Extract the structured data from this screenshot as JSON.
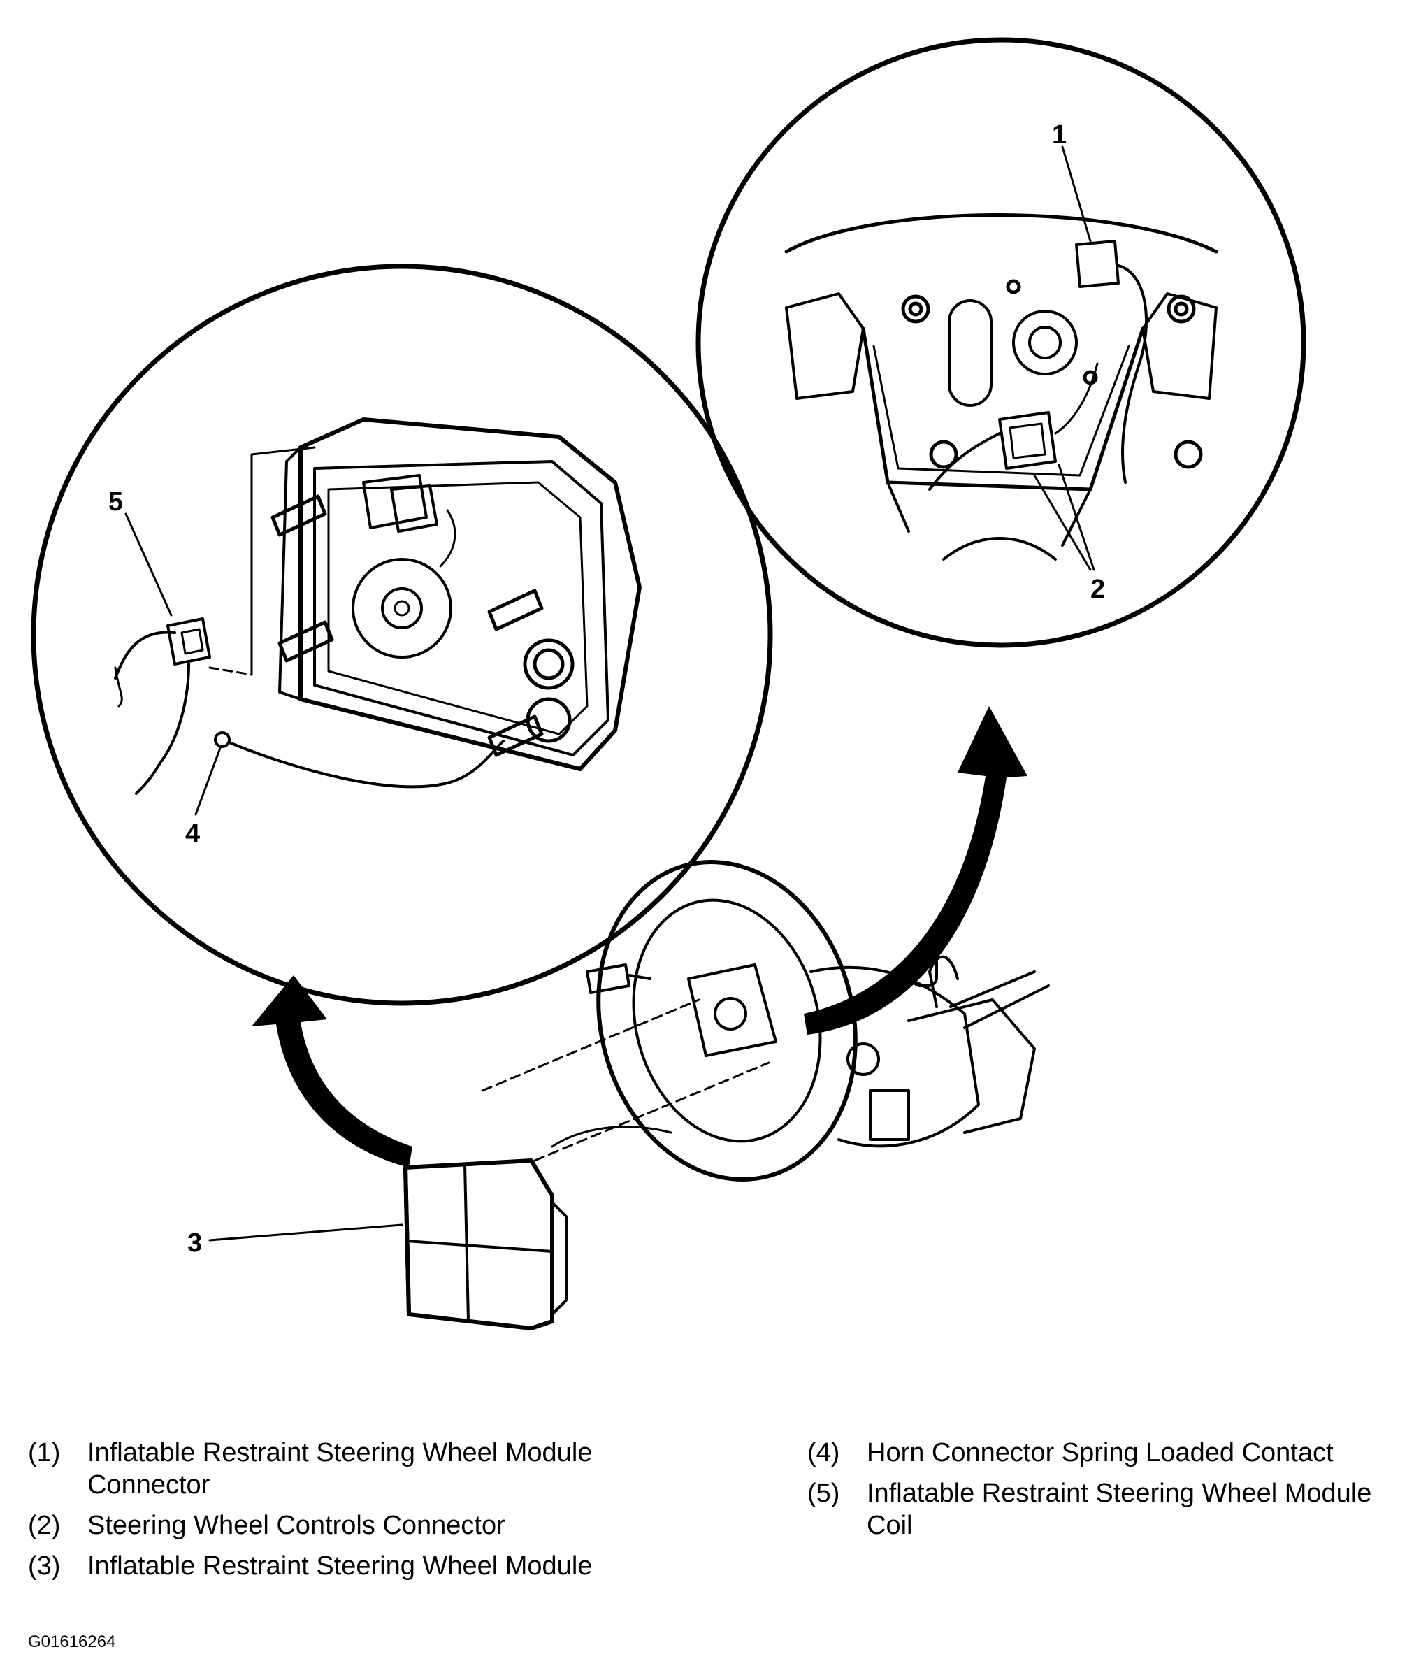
{
  "callouts": {
    "c1": "1",
    "c2": "2",
    "c3": "3",
    "c4": "4",
    "c5": "5"
  },
  "legend": [
    {
      "num": "(1)",
      "text": "Inflatable Restraint Steering Wheel Module Connector"
    },
    {
      "num": "(2)",
      "text": "Steering Wheel Controls Connector"
    },
    {
      "num": "(3)",
      "text": "Inflatable Restraint Steering Wheel Module"
    },
    {
      "num": "(4)",
      "text": "Horn Connector Spring Loaded Contact"
    },
    {
      "num": "(5)",
      "text": "Inflatable Restraint Steering Wheel Module Coil"
    }
  ],
  "figure_id": "G01616264",
  "colors": {
    "ink": "#000000",
    "paper": "#ffffff"
  }
}
